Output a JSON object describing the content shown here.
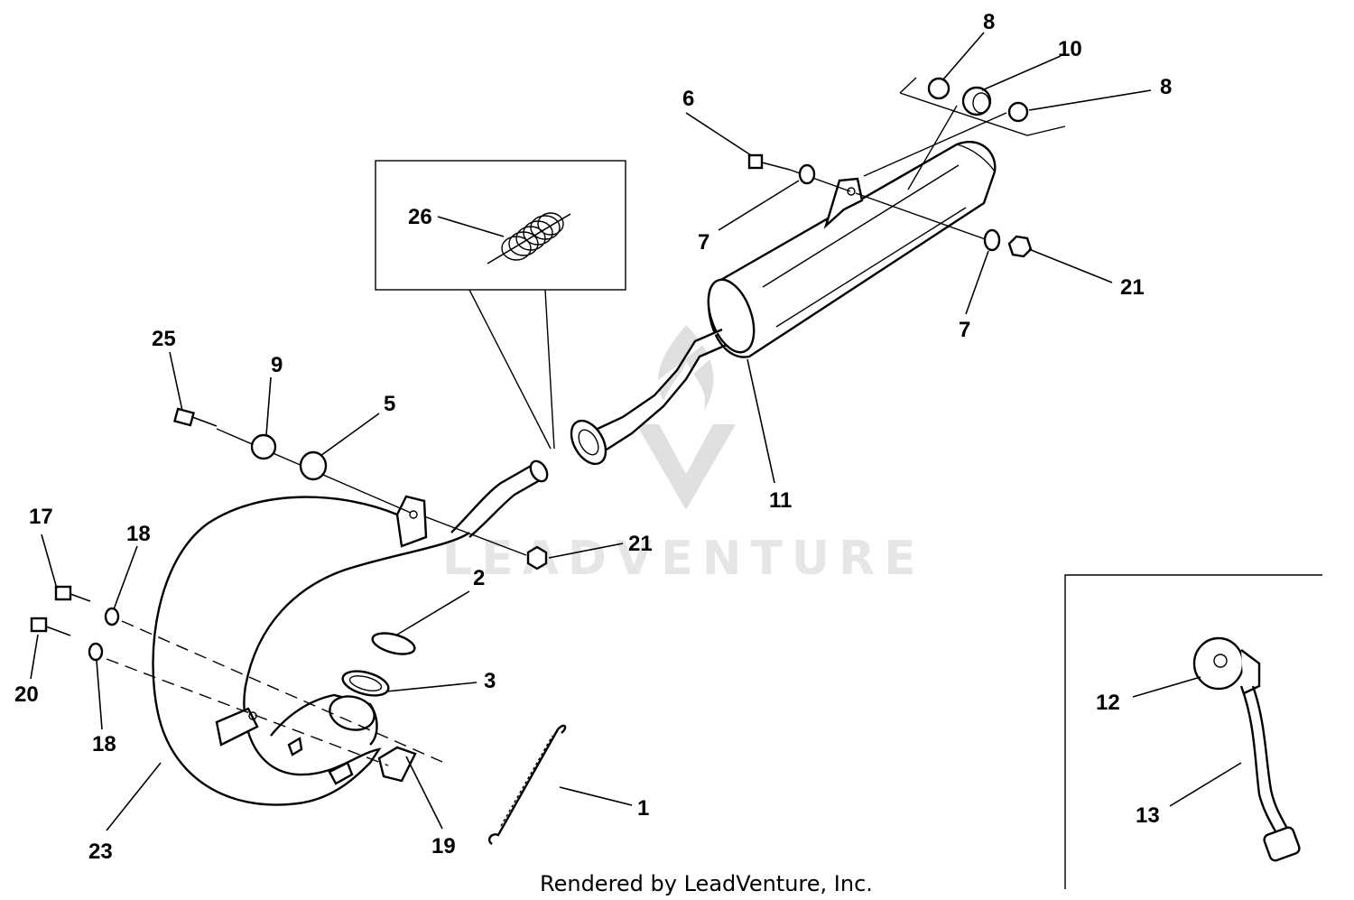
{
  "watermark": {
    "text": "LEADVENTURE"
  },
  "footer": {
    "credit": "Rendered by LeadVenture, Inc."
  },
  "callouts": {
    "c1": "1",
    "c2": "2",
    "c3": "3",
    "c5": "5",
    "c6": "6",
    "c7a": "7",
    "c7b": "7",
    "c8a": "8",
    "c8b": "8",
    "c9": "9",
    "c10": "10",
    "c11": "11",
    "c12": "12",
    "c13": "13",
    "c17": "17",
    "c18a": "18",
    "c18b": "18",
    "c19": "19",
    "c20": "20",
    "c21a": "21",
    "c21b": "21",
    "c23": "23",
    "c25": "25",
    "c26": "26"
  }
}
